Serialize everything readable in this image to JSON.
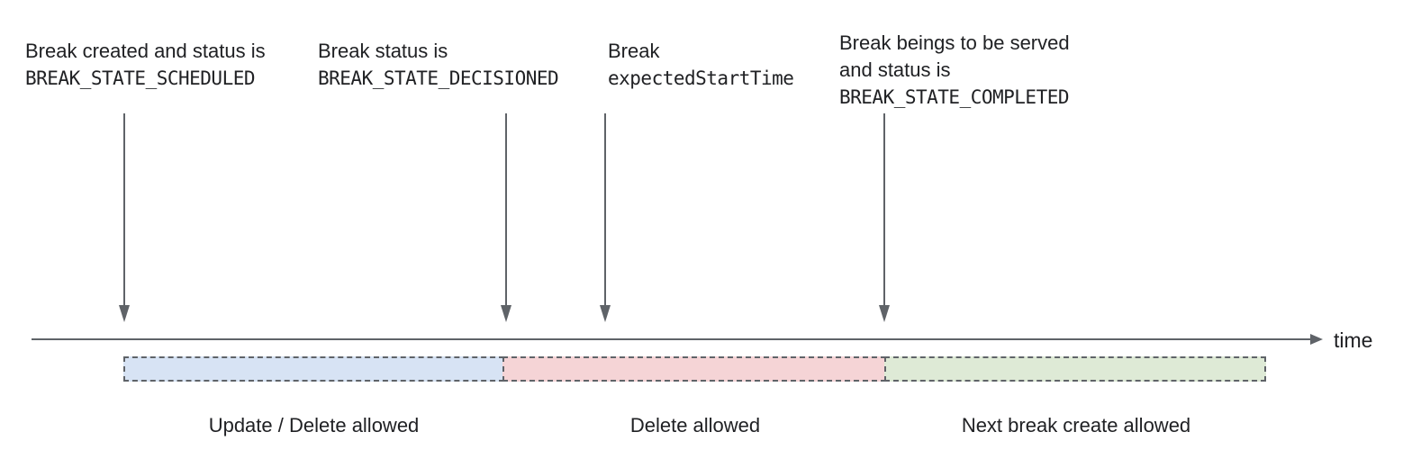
{
  "annotations": [
    {
      "text": "Break created and status is",
      "code": "BREAK_STATE_SCHEDULED"
    },
    {
      "text": "Break status is",
      "code": "BREAK_STATE_DECISIONED"
    },
    {
      "text": "Break",
      "code": "expectedStartTime"
    },
    {
      "text": "Break beings to be served",
      "text2": "and status is",
      "code": "BREAK_STATE_COMPLETED"
    }
  ],
  "timeline": {
    "axis_label": "time"
  },
  "segments": [
    {
      "label": "Update / Delete allowed",
      "fill": "#d7e3f4"
    },
    {
      "label": "Delete allowed",
      "fill": "#f5d4d6"
    },
    {
      "label": "Next break create allowed",
      "fill": "#deead6"
    }
  ],
  "colors": {
    "text": "#202124",
    "line": "#5f6368",
    "dashed_border": "#5f6368"
  }
}
